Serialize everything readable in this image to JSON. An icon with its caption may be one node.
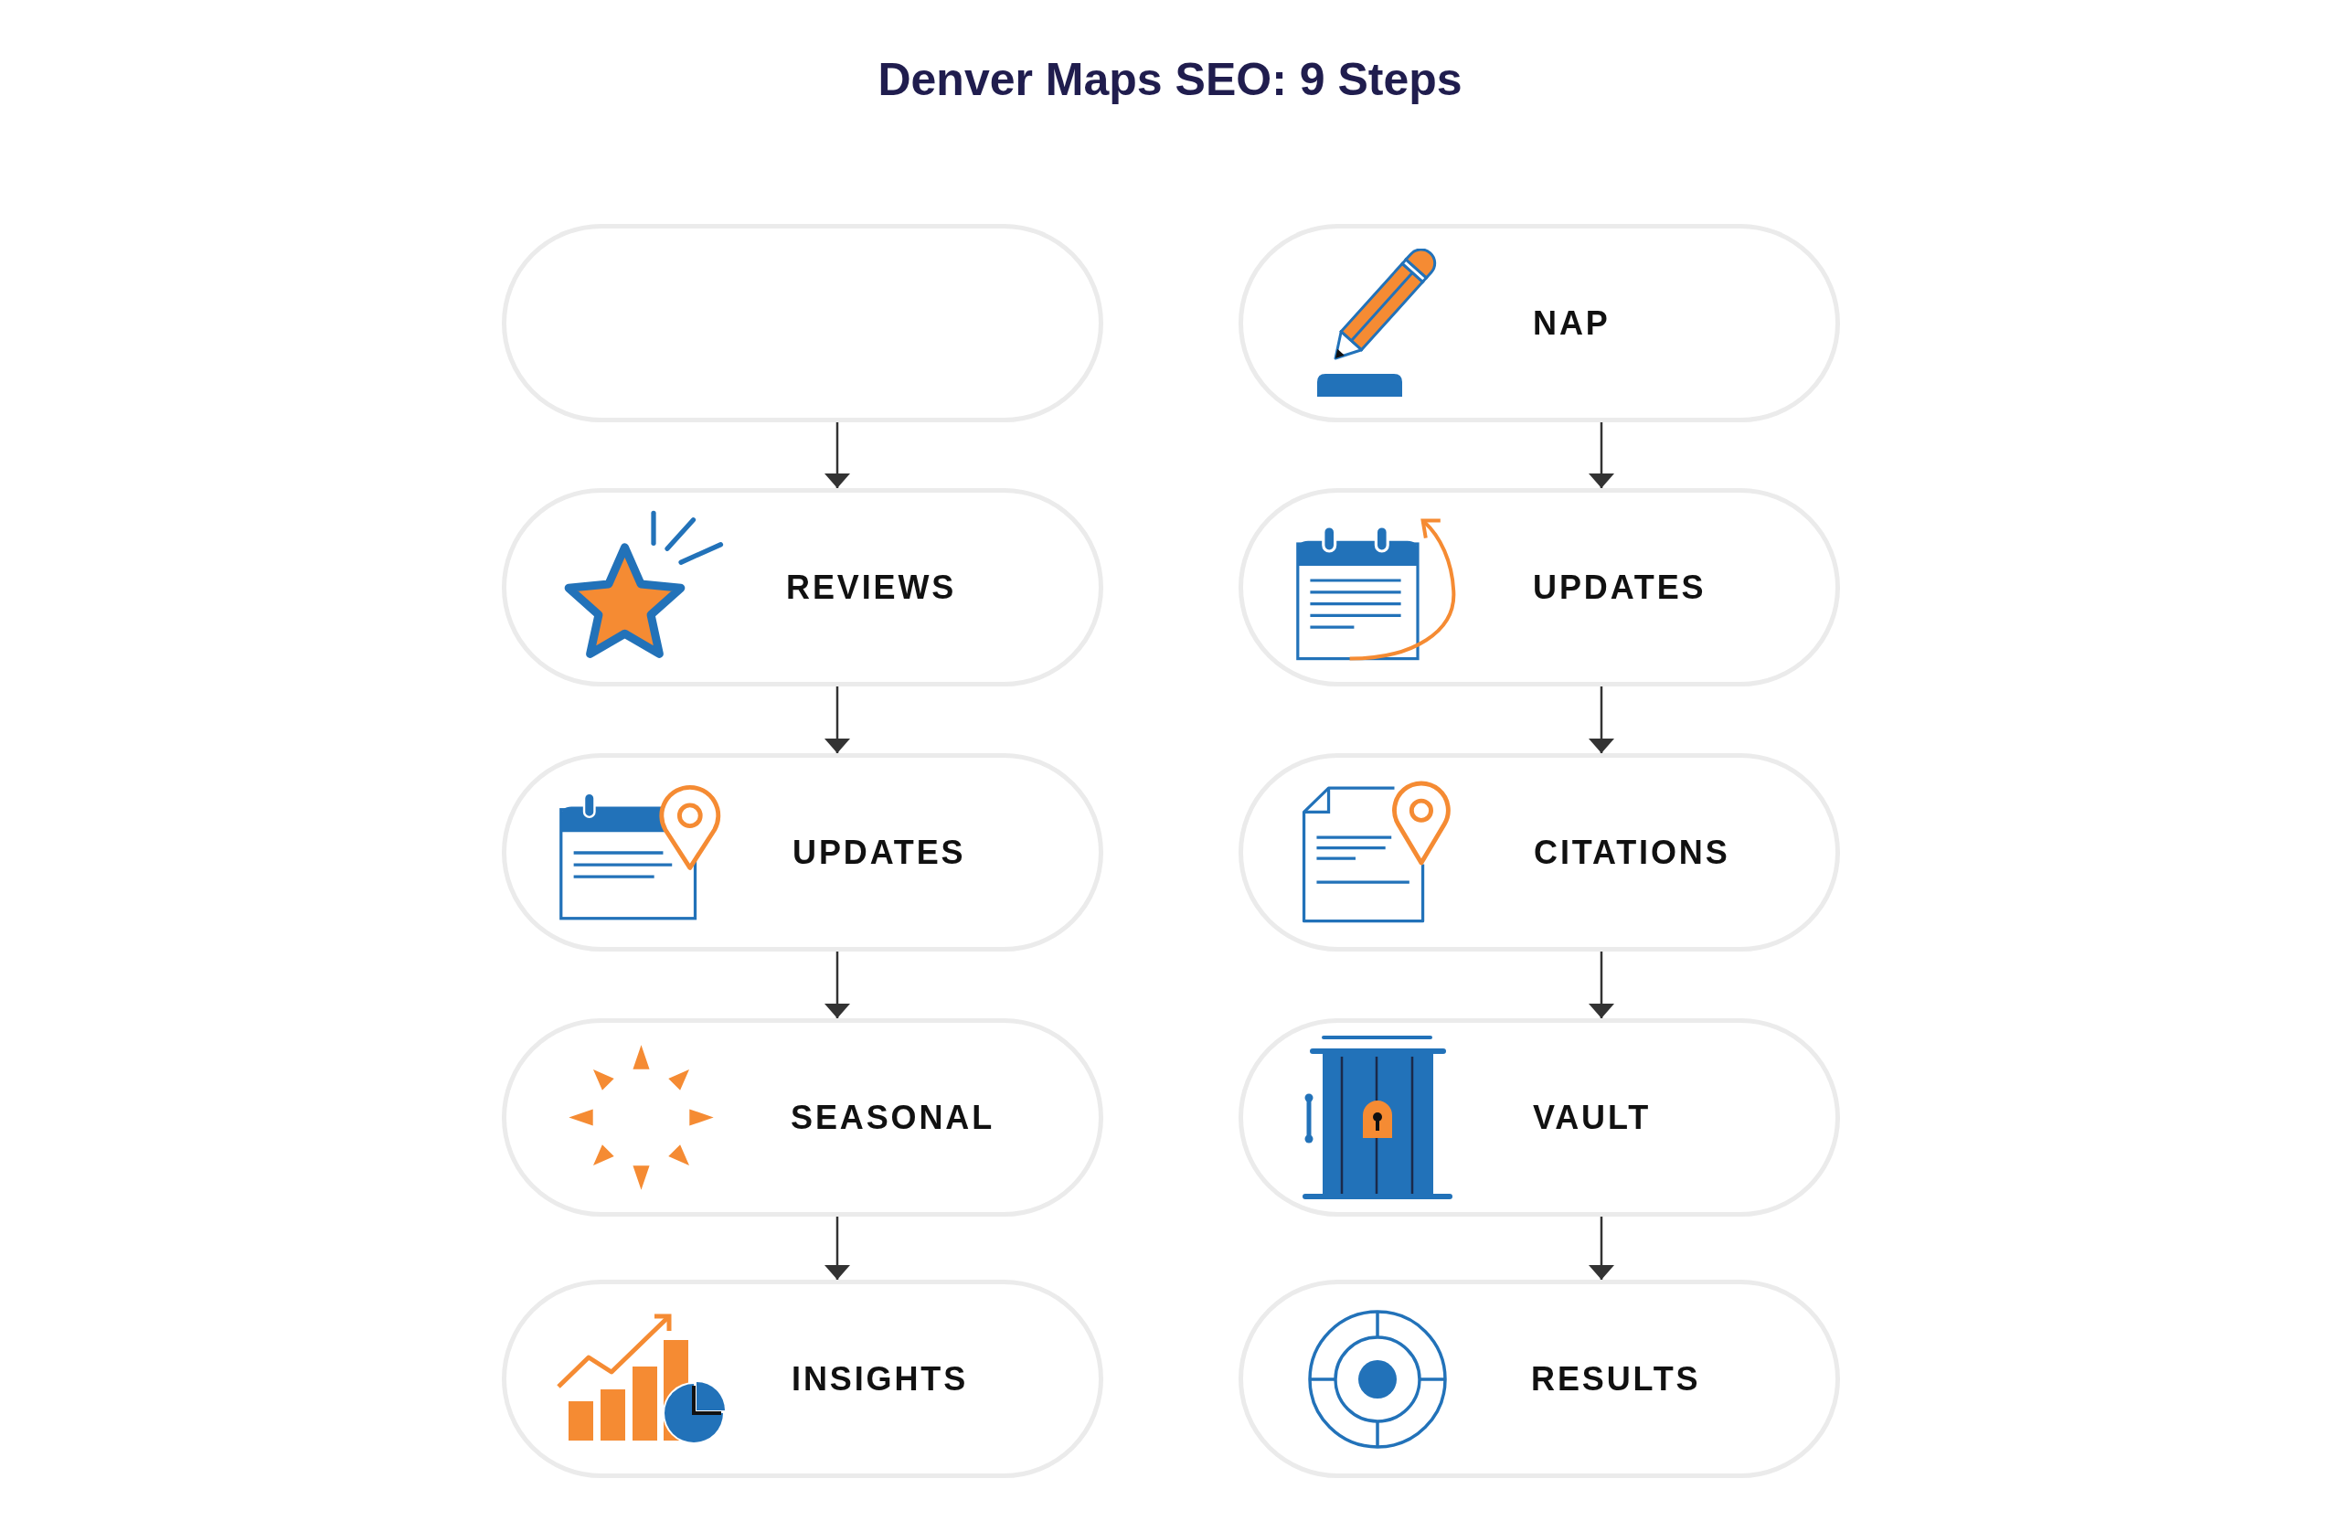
{
  "diagram": {
    "title": "Denver Maps SEO: 9 Steps",
    "nodes": [
      {
        "text": [],
        "shape": "pill"
      },
      {
        "text": [
          "REVIEWS"
        ]
      },
      {
        "text": [
          "UPDATES"
        ]
      },
      {
        "text": [
          "SEASONAL"
        ]
      },
      {
        "text": [
          "INSIGHTS"
        ]
      },
      {
        "text": [
          "NAP"
        ]
      },
      {
        "text": [
          "UPDATES"
        ]
      },
      {
        "text": [
          "CITATIONS"
        ]
      },
      {
        "text": [
          "VAULT"
        ]
      },
      {
        "text": [
          "RESULTS"
        ]
      }
    ],
    "edges": [
      {
        "from": 0,
        "to": 1,
        "arrow": "to"
      },
      {
        "from": 1,
        "to": 2,
        "arrow": "to"
      },
      {
        "from": 2,
        "to": 3,
        "arrow": "to"
      },
      {
        "from": 3,
        "to": 4,
        "arrow": "to"
      },
      {
        "from": 5,
        "to": 6,
        "arrow": "to"
      },
      {
        "from": 6,
        "to": 7,
        "arrow": "to"
      },
      {
        "from": 7,
        "to": 8,
        "arrow": "to"
      },
      {
        "from": 8,
        "to": 9,
        "arrow": "to"
      }
    ]
  }
}
